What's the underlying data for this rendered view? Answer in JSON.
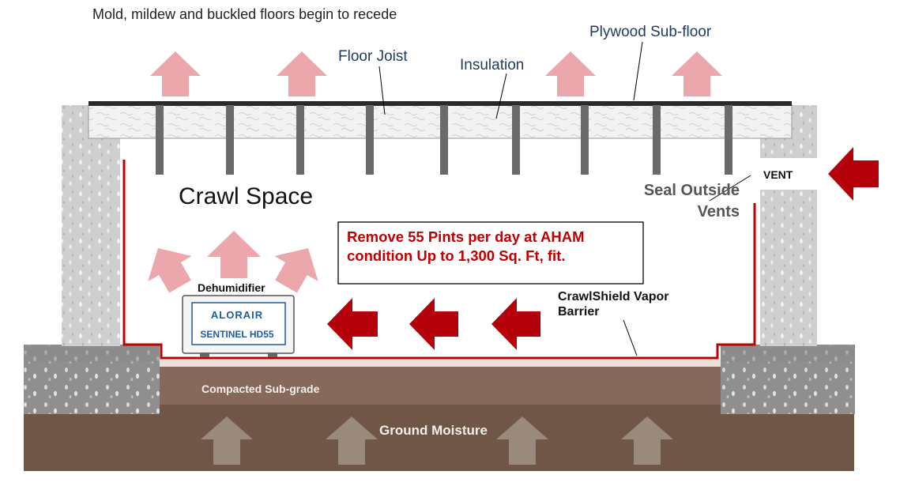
{
  "header": {
    "title": "Mold, mildew and buckled floors begin to recede"
  },
  "labels": {
    "plywood": "Plywood Sub-floor",
    "floor_joist": "Floor Joist",
    "insulation": "Insulation",
    "crawl_space": "Crawl Space",
    "seal_vents": "Seal Outside Vents",
    "vent": "VENT",
    "dehumidifier": "Dehumidifier",
    "vapor_barrier": "CrawlShield Vapor Barrier",
    "sub_grade": "Compacted Sub-grade",
    "ground_moisture": "Ground Moisture"
  },
  "callout": {
    "text": "Remove 55 Pints per day at AHAM condition Up to 1,300 Sq. Ft, fit."
  },
  "device": {
    "brand": "ALORAIR",
    "model": "SENTINEL HD55"
  },
  "colors": {
    "barrier_red": "#c00000",
    "arrow_red": "#b3000a",
    "arrow_pink": "#eba7ab",
    "soil": "#6f5647",
    "navy_text": "#1f3a5f"
  },
  "icons": [
    "up-arrow-pink-icon",
    "left-arrow-red-icon",
    "up-arrow-gray-icon"
  ]
}
